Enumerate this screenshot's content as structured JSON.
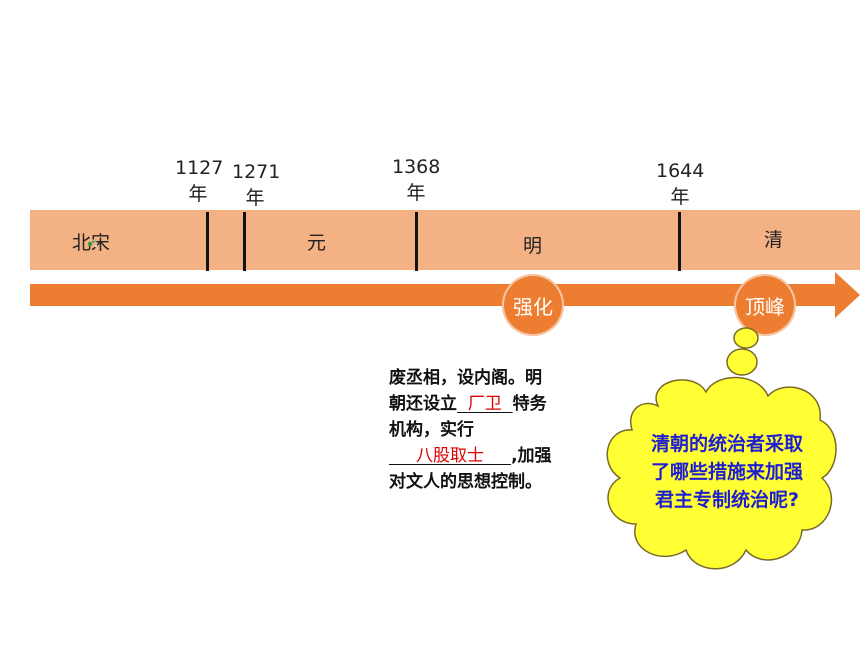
{
  "timeline": {
    "year_labels": [
      {
        "year": "1127",
        "unit": "年"
      },
      {
        "year": "1271",
        "unit": "年"
      },
      {
        "year": "1368",
        "unit": "年"
      },
      {
        "year": "1644",
        "unit": "年"
      }
    ],
    "eras": [
      "北宋",
      "元",
      "明",
      "清"
    ],
    "colors": {
      "band": "#f4b183",
      "arrow": "#ed7d31",
      "circle": "#ed7d31"
    }
  },
  "markers": {
    "strengthen": "强化",
    "peak": "顶峰"
  },
  "ming_description": {
    "line1": "废丞相，设内阁。明",
    "line2_pre": "朝还设立",
    "blank1": "厂卫",
    "line2_post": "特务",
    "line3": "机构，实行",
    "blank2": "八股取士",
    "line4_post": ",加强",
    "line5": "对文人的思想控制。"
  },
  "qing_question": {
    "line1": "清朝的统治者采取",
    "line2": "了哪些措施来加强",
    "line3": "君主专制统治呢?",
    "colors": {
      "fill": "#ffff33",
      "text": "#1f1fd1"
    }
  }
}
